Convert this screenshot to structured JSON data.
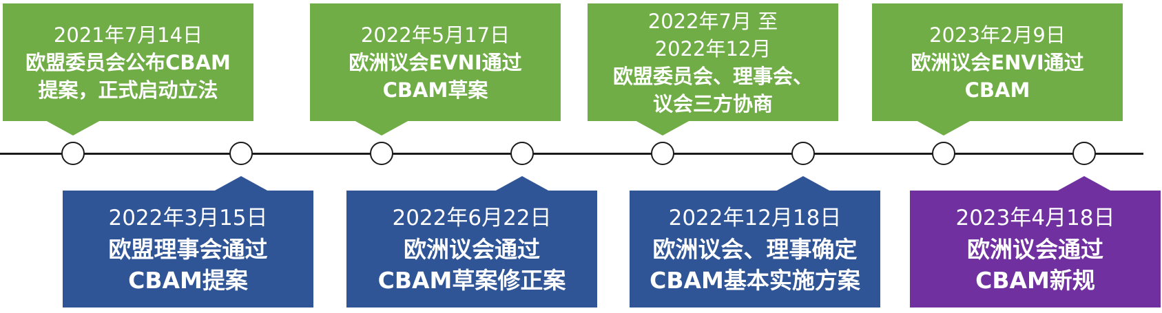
{
  "events_top": [
    {
      "date": "2021年7月14日",
      "desc1": "欧盟委员会公布CBAM",
      "desc2": "提案，正式启动立法"
    },
    {
      "date": "2022年5月17日",
      "desc1": "欧洲议会EVNI通过",
      "desc2": "CBAM草案"
    },
    {
      "date": "2022年7月 至",
      "date2": "2022年12月",
      "desc1": "欧盟委员会、理事会、",
      "desc2": "议会三方协商"
    },
    {
      "date": "2023年2月9日",
      "desc1": "欧洲议会ENVI通过",
      "desc2": "CBAM"
    }
  ],
  "events_bottom": [
    {
      "date": "2022年3月15日",
      "desc1": "欧盟理事会通过",
      "desc2": "CBAM提案"
    },
    {
      "date": "2022年6月22日",
      "desc1": "欧洲议会通过",
      "desc2": "CBAM草案修正案"
    },
    {
      "date": "2022年12月18日",
      "desc1": "欧洲议会、理事确定",
      "desc2": "CBAM基本实施方案"
    },
    {
      "date": "2023年4月18日",
      "desc1": "欧洲议会通过",
      "desc2": "CBAM新规"
    }
  ],
  "colors": {
    "top": "#70ad47",
    "bottom": "#2f5597",
    "final": "#7030a0",
    "line": "#1a1a1a"
  }
}
